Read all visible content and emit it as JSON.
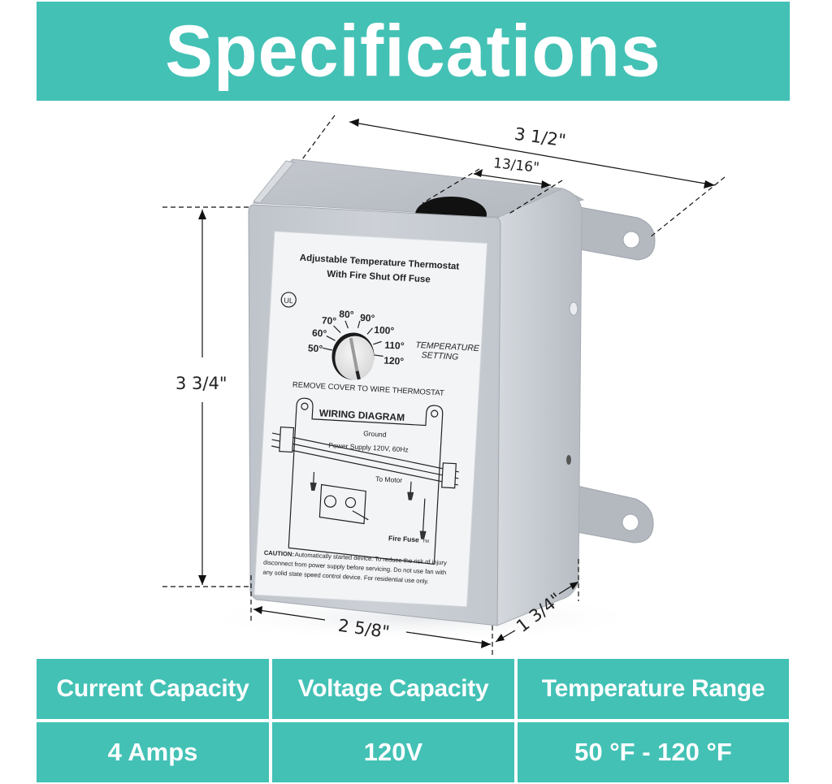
{
  "header": {
    "title": "Specifications"
  },
  "colors": {
    "accent": "#43C1B5",
    "text_on_accent": "#FFFFFF",
    "box_metal": "#C9CDD3",
    "label_bg": "#F3F4F6"
  },
  "dimensions": {
    "width": "3 1/2\"",
    "hole_diameter": "13/16\"",
    "height": "3 3/4\"",
    "front_width": "2 5/8\"",
    "depth": "1 3/4\""
  },
  "device_label": {
    "title_line1": "Adjustable Temperature Thermostat",
    "title_line2": "With Fire Shut Off Fuse",
    "certification_icon": "ul-mark-icon",
    "dial_marks": [
      "50°",
      "60°",
      "70°",
      "80°",
      "90°",
      "100°",
      "110°",
      "120°"
    ],
    "dial_caption_line1": "TEMPERATURE",
    "dial_caption_line2": "SETTING",
    "instruction": "REMOVE COVER TO WIRE THERMOSTAT",
    "diagram_title": "WIRING DIAGRAM",
    "diagram_labels": {
      "ground": "Ground",
      "power": "Power Supply  120V, 60Hz",
      "motor": "To Motor",
      "fuse": "Fire Fuse",
      "tm": "TM"
    },
    "caution_heading": "CAUTION:",
    "caution_line1": "Automatically started device. To reduce the risk of injury",
    "caution_line2": "disconnect from power supply before servicing. Do not use fan with",
    "caution_line3": "any solid state speed control device. For residential use only."
  },
  "spec_table": {
    "headers": [
      "Current Capacity",
      "Voltage Capacity",
      "Temperature Range"
    ],
    "values": [
      "4 Amps",
      "120V",
      "50 °F - 120 °F"
    ]
  }
}
